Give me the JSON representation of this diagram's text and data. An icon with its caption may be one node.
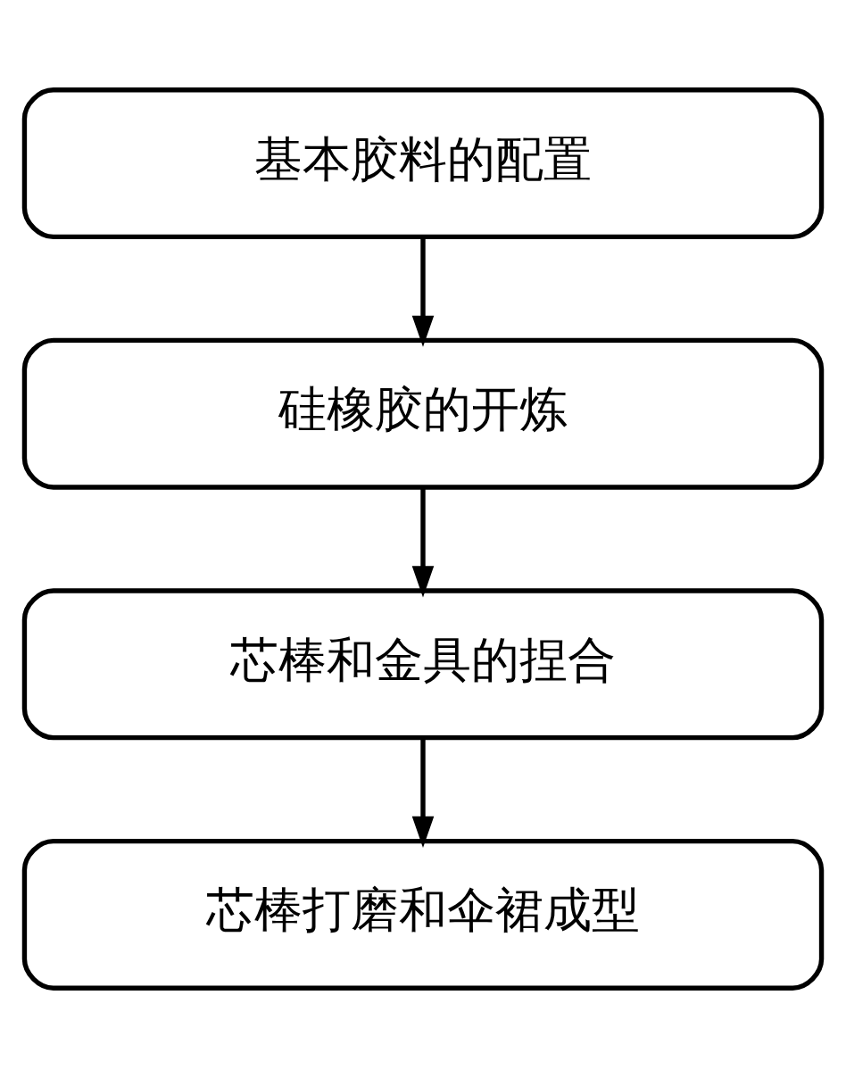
{
  "diagram": {
    "nodes": [
      {
        "text": [
          "基本胶料的配置"
        ]
      },
      {
        "text": [
          "硅橡胶的开炼"
        ]
      },
      {
        "text": [
          "芯棒和金具的捏合"
        ]
      },
      {
        "text": [
          "芯棒打磨和伞裙成型"
        ]
      }
    ],
    "edges": [
      {
        "from": 0,
        "to": 1,
        "arrow": "to"
      },
      {
        "from": 1,
        "to": 2,
        "arrow": "to"
      },
      {
        "from": 2,
        "to": 3,
        "arrow": "to"
      }
    ]
  }
}
